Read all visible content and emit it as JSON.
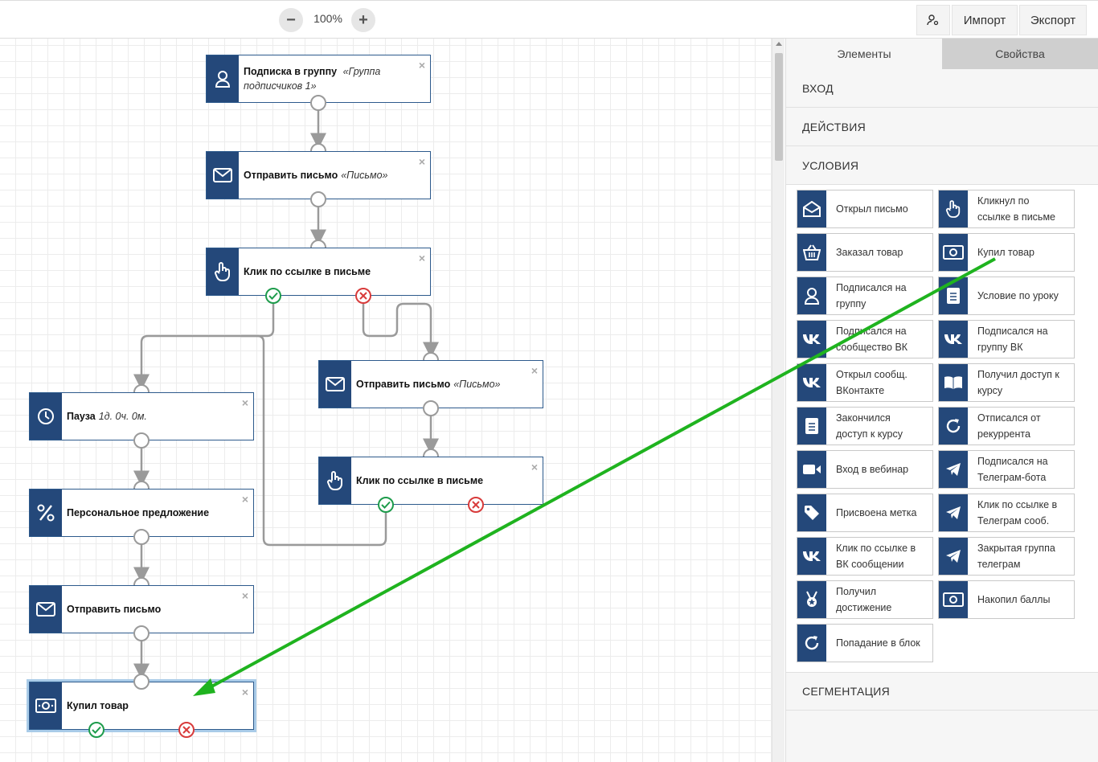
{
  "toolbar": {
    "zoom_out": "−",
    "zoom_level": "100%",
    "zoom_in": "+",
    "import_label": "Импорт",
    "export_label": "Экспорт"
  },
  "nodes": [
    {
      "title": "Подписка в группу",
      "subtitle_l1": "«Группа",
      "subtitle_l2": "подписчиков 1»",
      "icon": "user-icon"
    },
    {
      "title": "Отправить письмо",
      "subtitle": "«Письмо»",
      "icon": "envelope-icon"
    },
    {
      "title": "Клик по ссылке в письме",
      "icon": "pointer-hand-icon"
    },
    {
      "title": "Отправить письмо",
      "subtitle": "«Письмо»",
      "icon": "envelope-icon"
    },
    {
      "title": "Пауза",
      "subtitle": "1д. 0ч. 0м.",
      "icon": "clock-icon"
    },
    {
      "title": "Клик по ссылке в письме",
      "icon": "pointer-hand-icon"
    },
    {
      "title": "Персональное предложение",
      "icon": "percent-icon"
    },
    {
      "title": "Отправить письмо",
      "icon": "envelope-icon"
    },
    {
      "title": "Купил товар",
      "icon": "money-icon"
    }
  ],
  "close_glyph": "×",
  "panel": {
    "tab_elements": "Элементы",
    "tab_properties": "Свойства",
    "section_input": "ВХОД",
    "section_actions": "ДЕЙСТВИЯ",
    "section_conditions": "УСЛОВИЯ",
    "section_segmentation": "СЕГМЕНТАЦИЯ",
    "conditions": [
      {
        "l1": "Открыл письмо",
        "icon": "envelope-open-icon"
      },
      {
        "l1": "Кликнул по",
        "l2": "ссылке в письме",
        "icon": "pointer-hand-icon"
      },
      {
        "l1": "Заказал товар",
        "icon": "basket-icon"
      },
      {
        "l1": "Купил товар",
        "icon": "money-icon"
      },
      {
        "l1": "Подписался на",
        "l2": "группу",
        "icon": "user-icon"
      },
      {
        "l1": "Условие по уроку",
        "icon": "lesson-icon"
      },
      {
        "l1": "Подписался на",
        "l2": "сообщество ВК",
        "icon": "vk-icon"
      },
      {
        "l1": "Подписался на",
        "l2": "группу ВК",
        "icon": "vk-icon"
      },
      {
        "l1": "Открыл сообщ.",
        "l2": "ВКонтакте",
        "icon": "vk-icon"
      },
      {
        "l1": "Получил доступ к",
        "l2": "курсу",
        "icon": "book-icon"
      },
      {
        "l1": "Закончился",
        "l2": "доступ к курсу",
        "icon": "lesson-icon"
      },
      {
        "l1": "Отписался от",
        "l2": "рекуррента",
        "icon": "refresh-icon"
      },
      {
        "l1": "Вход в вебинар",
        "icon": "video-icon"
      },
      {
        "l1": "Подписался на",
        "l2": "Телеграм-бота",
        "icon": "telegram-icon"
      },
      {
        "l1": "Присвоена метка",
        "icon": "tag-icon"
      },
      {
        "l1": "Клик по ссылке в",
        "l2": "Телеграм сооб.",
        "icon": "telegram-icon"
      },
      {
        "l1": "Клик по ссылке в",
        "l2": "ВК сообщении",
        "icon": "vk-icon"
      },
      {
        "l1": "Закрытая группа",
        "l2": "телеграм",
        "icon": "telegram-icon"
      },
      {
        "l1": "Получил",
        "l2": "достижение",
        "icon": "medal-icon"
      },
      {
        "l1": "Накопил баллы",
        "icon": "money-icon"
      },
      {
        "l1": "Попадание в блок",
        "icon": "refresh-icon"
      }
    ]
  },
  "colors": {
    "node_icon_bg": "#24487a",
    "yes": "#1e9c4c",
    "no": "#d83b3b",
    "drag_arrow": "#1fb31f"
  }
}
